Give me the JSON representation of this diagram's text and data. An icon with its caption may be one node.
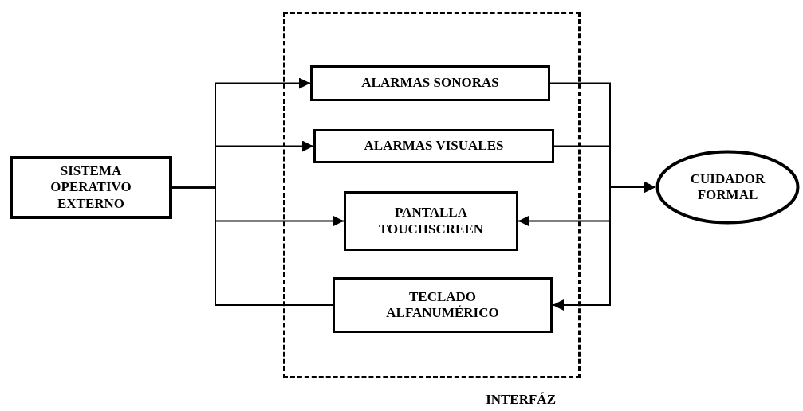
{
  "diagram": {
    "nodes": [
      {
        "text": [
          "INTERFÁZ"
        ]
      },
      {
        "text": [
          "ALARMAS SONORAS"
        ],
        "in": 0
      },
      {
        "text": [
          "ALARMAS VISUALES"
        ],
        "in": 0
      },
      {
        "text": [
          "PANTALLA TOUCHSCREEN"
        ],
        "in": 0
      },
      {
        "text": [
          "TECLADO ALFANUMÉRICO"
        ],
        "in": 0
      },
      {
        "text": [
          "SISTEMA OPERATIVO EXTERNO"
        ]
      },
      {
        "text": [
          "CUIDADOR FORMAL"
        ]
      }
    ],
    "edges": [
      {
        "from": 5,
        "to": 1,
        "arrow": "to"
      },
      {
        "from": 5,
        "to": 2,
        "arrow": "to"
      },
      {
        "from": 5,
        "to": 3,
        "arrow": "to"
      },
      {
        "from": 4,
        "to": 5,
        "arrow": "none"
      },
      {
        "from": 1,
        "to": 6,
        "arrow": "to"
      },
      {
        "from": 2,
        "to": 6,
        "arrow": "to"
      },
      {
        "from": 6,
        "to": 3,
        "arrow": "to"
      },
      {
        "from": 6,
        "to": 4,
        "arrow": "to"
      }
    ]
  }
}
